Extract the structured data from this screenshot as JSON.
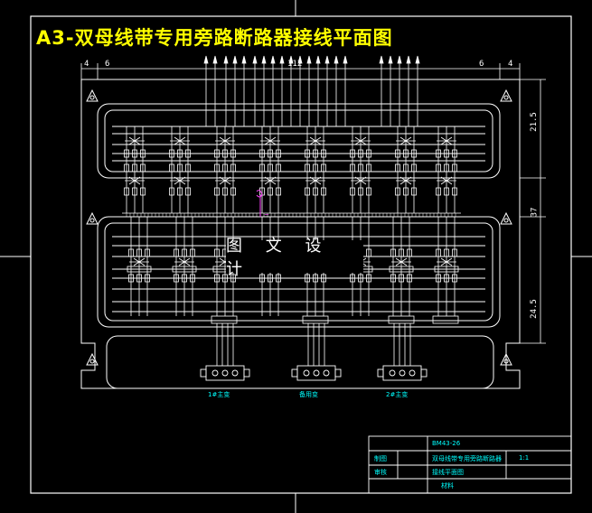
{
  "title": "A3-双母线带专用旁路断路器接线平面图",
  "watermark": "图 文 设 计",
  "dimensions": {
    "top_left_a": "4",
    "top_left_b": "6",
    "top_center": "112",
    "top_right_a": "6",
    "top_right_b": "4",
    "right_1": "21.5",
    "right_2": "37",
    "right_3": "24.5"
  },
  "feeders": {
    "left": "1#主变",
    "center": "备用变",
    "right": "2#主变"
  },
  "title_block": {
    "drawing_no": "BM43-26",
    "row1_label": "制图",
    "row2_label": "审核",
    "name_line1": "双母线带专用旁路断路器",
    "name_line2": "接线平面图",
    "scale": "1:1",
    "school": "材料"
  }
}
